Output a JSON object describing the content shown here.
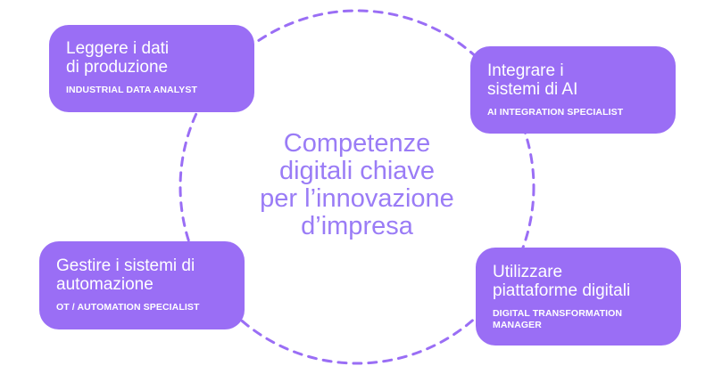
{
  "center": {
    "title": "Competenze\ndigitali chiave\nper l’innovazione\nd’impresa"
  },
  "cards": {
    "top_left": {
      "title": "Leggere i dati\ndi produzione",
      "role": "INDUSTRIAL DATA ANALYST"
    },
    "top_right": {
      "title": "Integrare i\nsistemi di AI",
      "role": "AI INTEGRATION SPECIALIST"
    },
    "bottom_left": {
      "title": "Gestire i sistemi di\nautomazione",
      "role": "OT / AUTOMATION SPECIALIST"
    },
    "bottom_right": {
      "title": "Utilizzare\npiattaforme digitali",
      "role": "DIGITAL TRANSFORMATION\nMANAGER"
    }
  },
  "colors": {
    "card_fill": "#9a6ef5",
    "ring_stroke": "#9a6ef5",
    "title_text": "#9a7cf6",
    "card_text": "#ffffff",
    "background": "#ffffff"
  }
}
